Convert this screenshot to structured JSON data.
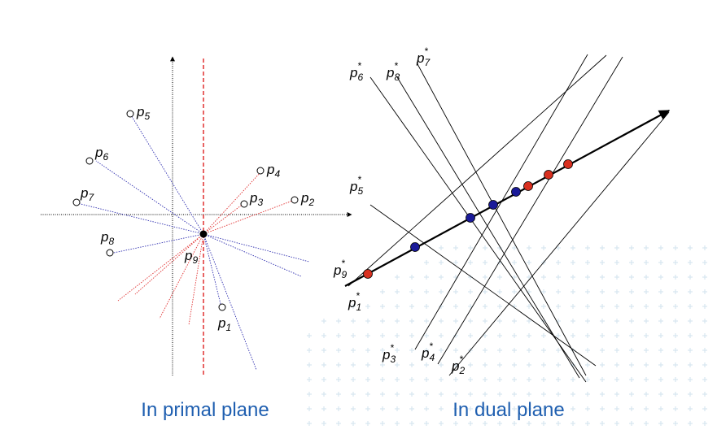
{
  "captions": {
    "primal": "In primal plane",
    "dual": "In dual plane"
  },
  "primal": {
    "labels": [
      "p",
      "p",
      "p",
      "p",
      "p",
      "p",
      "p",
      "p",
      "p"
    ],
    "subscripts": [
      "1",
      "2",
      "3",
      "4",
      "5",
      "6",
      "7",
      "8",
      "9"
    ]
  },
  "dual": {
    "labels": [
      "p",
      "p",
      "p",
      "p",
      "p",
      "p",
      "p",
      "p",
      "p"
    ],
    "subscripts": [
      "1",
      "2",
      "3",
      "4",
      "5",
      "6",
      "7",
      "8",
      "9"
    ],
    "star": "*"
  },
  "colors": {
    "red_line": "#e03030",
    "blue_line": "#3030b0",
    "red_dot": "#d83020",
    "blue_dot": "#1a1a99",
    "caption": "#1f5fb0",
    "watermark": "#d7e6ef"
  },
  "icons": [
    "watermark-cross-pattern"
  ]
}
